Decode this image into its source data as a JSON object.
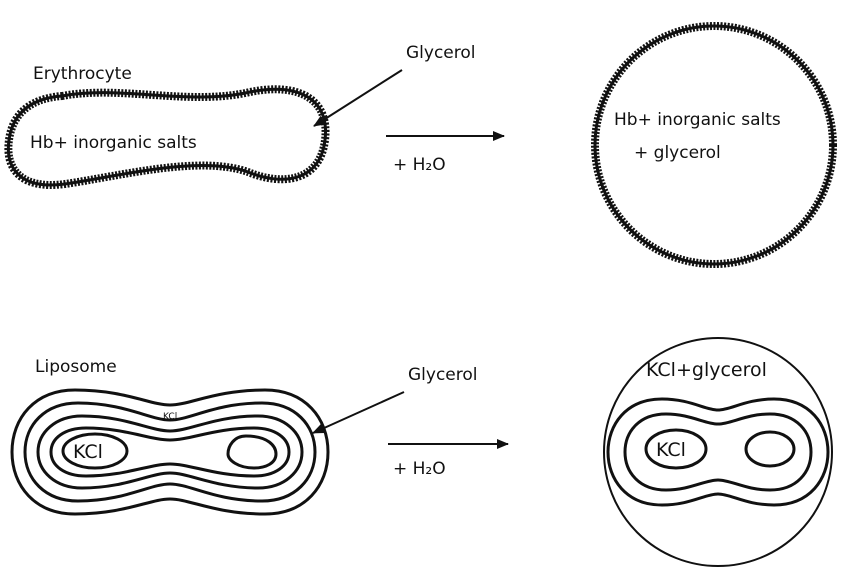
{
  "top": {
    "cell_label": "Erythrocyte",
    "inner_text": "Hb+ inorganic  salts",
    "pointer_label": "Glycerol",
    "arrow_label": "+ H₂O",
    "result_line1": "Hb+ inorganic salts",
    "result_line2": "+ glycerol"
  },
  "bottom": {
    "cell_label": "Liposome",
    "pointer_label": "Glycerol",
    "arrow_label": "+ H₂O",
    "core_label": "KCl",
    "layer_label": "KCl",
    "result_label": "KCl+glycerol",
    "result_core_label": "KCl"
  },
  "colors": {
    "ink": "#111111",
    "background": "#ffffff"
  }
}
